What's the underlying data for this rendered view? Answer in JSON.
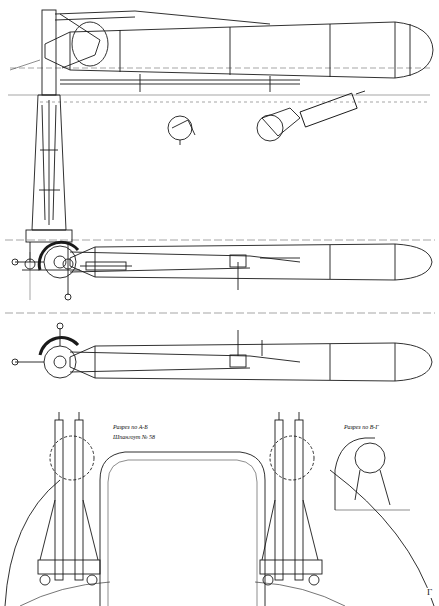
{
  "diagram": {
    "labels": [
      "Разрез по А-Б",
      "Шпангоут № 58",
      "Разрез по В-Г",
      "Г"
    ]
  }
}
